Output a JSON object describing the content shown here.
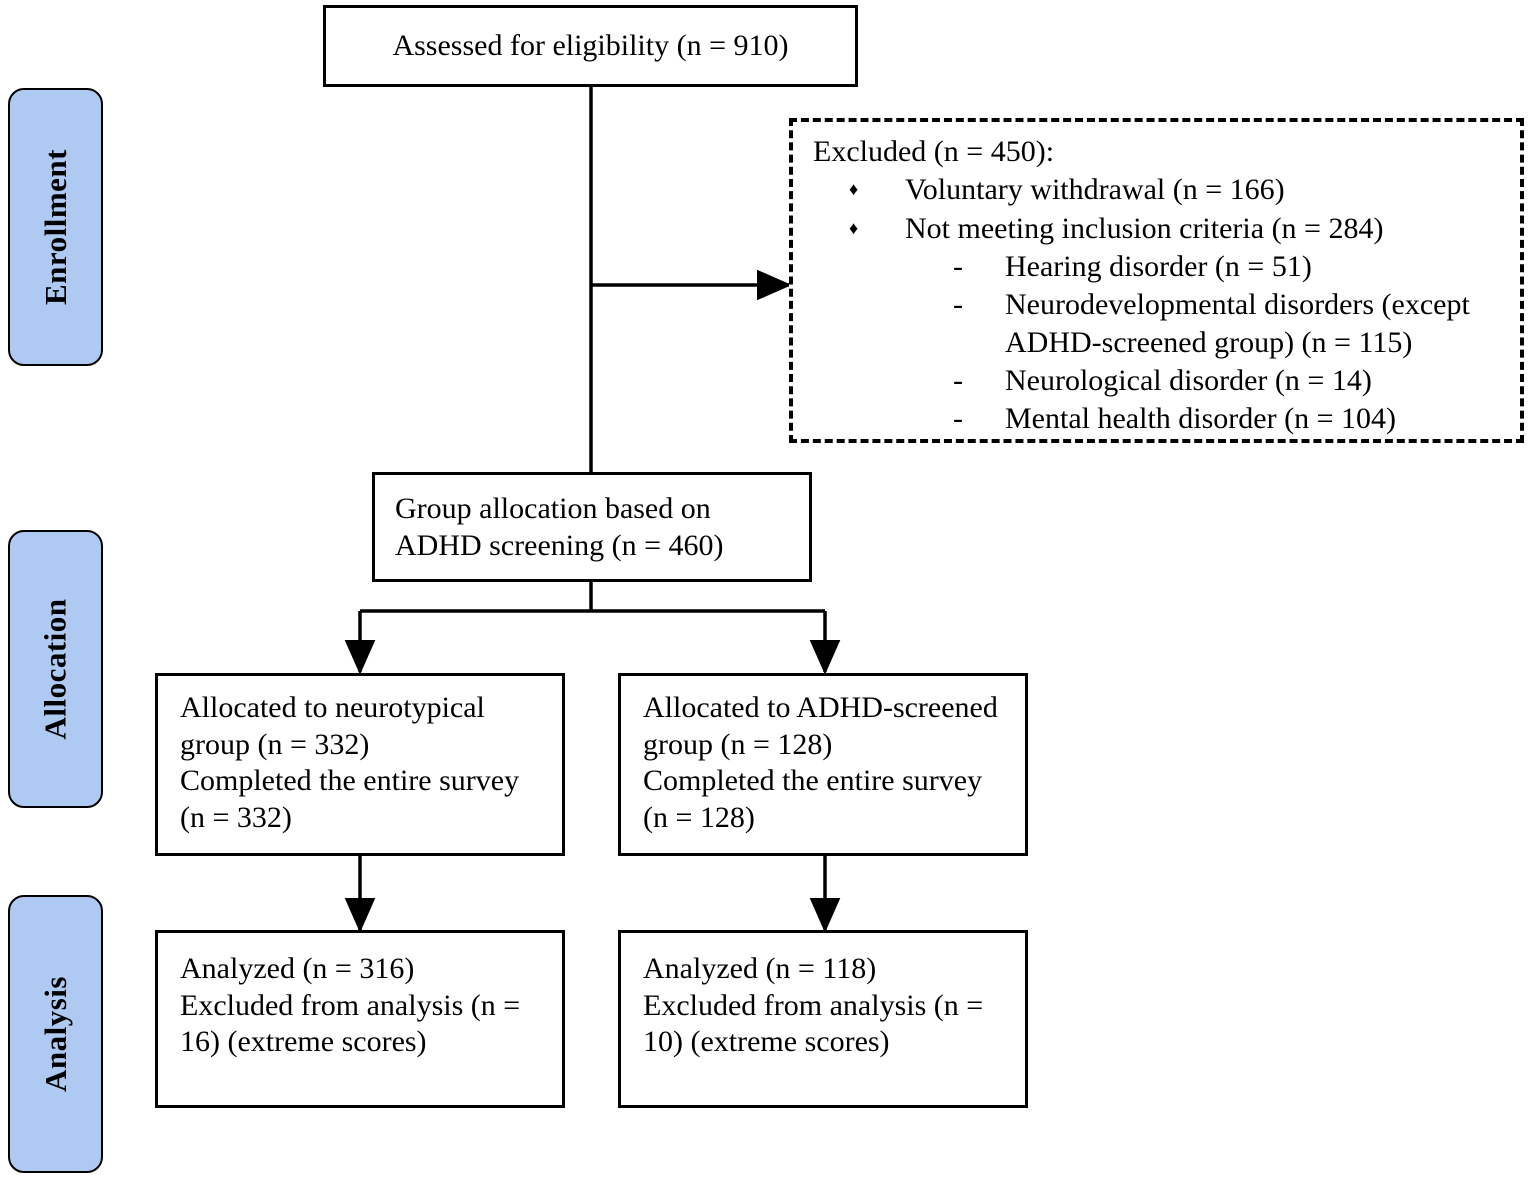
{
  "diagram": {
    "title": "CONSORT participant flow diagram",
    "accent_color": "#AEC9F2",
    "line_color": "#000000",
    "background": "#ffffff"
  },
  "stages": [
    {
      "id": "enrollment",
      "label": "Enrollment"
    },
    {
      "id": "allocation",
      "label": "Allocation"
    },
    {
      "id": "analysis",
      "label": "Analysis"
    }
  ],
  "nodes": {
    "assessed": {
      "text": "Assessed for eligibility (n = 910)",
      "n": 910
    },
    "excluded": {
      "heading": "Excluded (n = 450):",
      "n": 450,
      "bullet_glyph": "♦",
      "dash_glyph": "-",
      "items": [
        {
          "text": "Voluntary withdrawal (n = 166)",
          "n": 166,
          "children": []
        },
        {
          "text": "Not meeting inclusion criteria (n = 284)",
          "n": 284,
          "children": [
            {
              "text": "Hearing disorder (n = 51)",
              "n": 51
            },
            {
              "text": "Neurodevelopmental disorders (except ADHD-screened group) (n = 115)",
              "n": 115
            },
            {
              "text": "Neurological disorder (n = 14)",
              "n": 14
            },
            {
              "text": "Mental health disorder (n = 104)",
              "n": 104
            }
          ]
        }
      ]
    },
    "allocation": {
      "line1": "Group allocation based on",
      "line2": "ADHD screening (n = 460)",
      "n": 460
    },
    "neurotypical": {
      "line1": "Allocated to neurotypical group (n = 332)",
      "line2": "Completed the entire survey (n = 332)",
      "allocated_n": 332,
      "completed_n": 332
    },
    "adhd": {
      "line1": "Allocated to ADHD-screened group (n = 128)",
      "line2": "Completed the entire survey (n = 128)",
      "allocated_n": 128,
      "completed_n": 128
    },
    "analyzed_neurotypical": {
      "line1": "Analyzed (n = 316)",
      "line2": "Excluded from analysis (n = 16) (extreme scores)",
      "analyzed_n": 316,
      "excluded_n": 16
    },
    "analyzed_adhd": {
      "line1": "Analyzed (n = 118)",
      "line2": "Excluded from analysis (n = 10) (extreme scores)",
      "analyzed_n": 118,
      "excluded_n": 10
    }
  }
}
